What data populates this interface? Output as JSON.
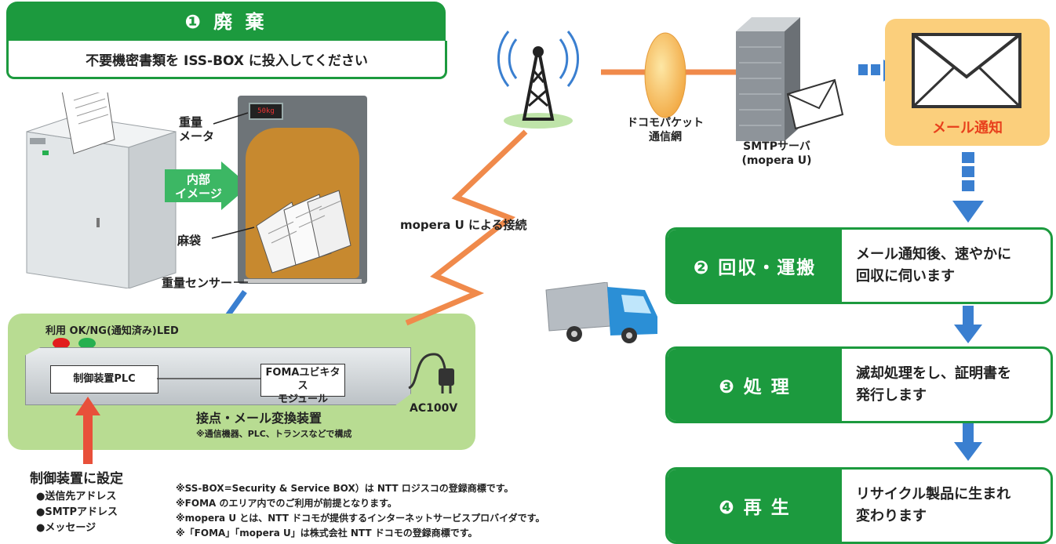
{
  "step1": {
    "title": "❶ 廃 棄",
    "subtitle": "不要機密書類を ISS-BOX に投入してください"
  },
  "box": {
    "meter_reading": "50kg",
    "label_meter": "重量\nメータ",
    "label_inside": "内部\nイメージ",
    "label_bag": "麻袋",
    "label_sensor": "重量センサー"
  },
  "device": {
    "led_label": "利用 OK/NG(通知済み)LED",
    "plc": "制御装置PLC",
    "foma_line1": "FOMAユビキタス",
    "foma_line2": "モジュール",
    "power": "AC100V",
    "name": "接点・メール変換装置",
    "composition": "※通信機器、PLC、トランスなどで構成"
  },
  "settings": {
    "title": "制御装置に設定",
    "items": [
      "●送信先アドレス",
      "●SMTPアドレス",
      "●メッセージ"
    ]
  },
  "notes": [
    "※SS-BOX=Security & Service BOX）は NTT ロジスコの登録商標です。",
    "※FOMA のエリア内でのご利用が前提となります。",
    "※mopera U とは、NTT ドコモが提供するインターネットサービスプロバイダです。",
    "※「FOMA」「mopera U」は株式会社 NTT ドコモの登録商標です。"
  ],
  "network": {
    "connection": "mopera U による接続",
    "packet_line1": "ドコモパケット",
    "packet_line2": "通信網",
    "smtp_line1": "SMTPサーバ",
    "smtp_line2": "(mopera U)"
  },
  "mail": {
    "label": "メール通知"
  },
  "steps": [
    {
      "title": "❷ 回収・運搬",
      "text": "メール通知後、速やかに\n回収に伺います"
    },
    {
      "title": "❸ 処  理",
      "text": "滅却処理をし、証明書を\n発行します"
    },
    {
      "title": "❹ 再  生",
      "text": "リサイクル製品に生まれ\n変わります"
    }
  ],
  "colors": {
    "green": "#1c9a3e",
    "light_green": "#b8dc92",
    "orange": "#f08a4b",
    "blue": "#3a7fd0",
    "mail_bg": "#fbcf7c"
  }
}
